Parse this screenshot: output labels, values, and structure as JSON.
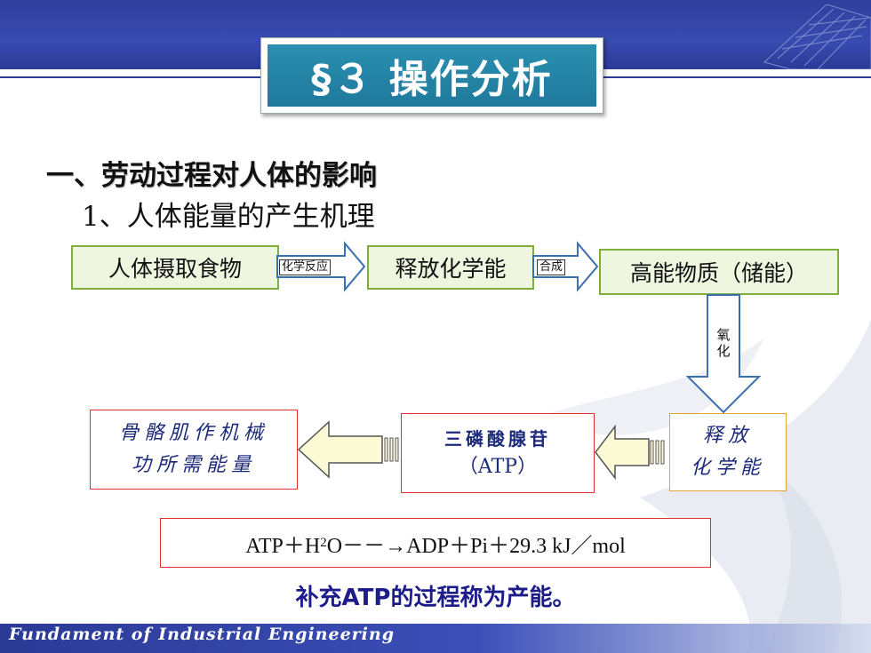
{
  "slide": {
    "title": "§３ 操作分析",
    "heading1": "一、劳动过程对人体的影响",
    "heading2": "1、人体能量的产生机理",
    "flow_top": {
      "box1": "人体摄取食物",
      "arrow1_label": "化学反应",
      "box2": "释放化学能",
      "arrow2_label": "合成",
      "box3": "高能物质（储能）",
      "down_arrow_label_1": "氧",
      "down_arrow_label_2": "化"
    },
    "flow_bottom": {
      "release_line1": "释放",
      "release_line2": "化学能",
      "atp_line1": "三磷酸腺苷",
      "atp_line2": "（ATP）",
      "muscle_line1": "骨骼肌作机械",
      "muscle_line2": "功所需能量"
    },
    "equation": {
      "part1": "ATP＋H",
      "sub": "2",
      "part2": "O－－→ADP＋Pi＋29.3 kJ／mol"
    },
    "summary": "补充ATP的过程称为产能。",
    "footer": "Fundament of Industrial Engineering"
  },
  "colors": {
    "header_blue": "#2f3f9c",
    "title_teal": "#2a8fb0",
    "green_border": "#7fae3a",
    "green_fill": "#eef6e0",
    "red_border": "#e03030",
    "orange_border": "#e8a23c",
    "arrow_blue": "#3a6fb0",
    "arrow_yellow": "#fdfbd6",
    "dark_navy_text": "#1c2a7a"
  }
}
